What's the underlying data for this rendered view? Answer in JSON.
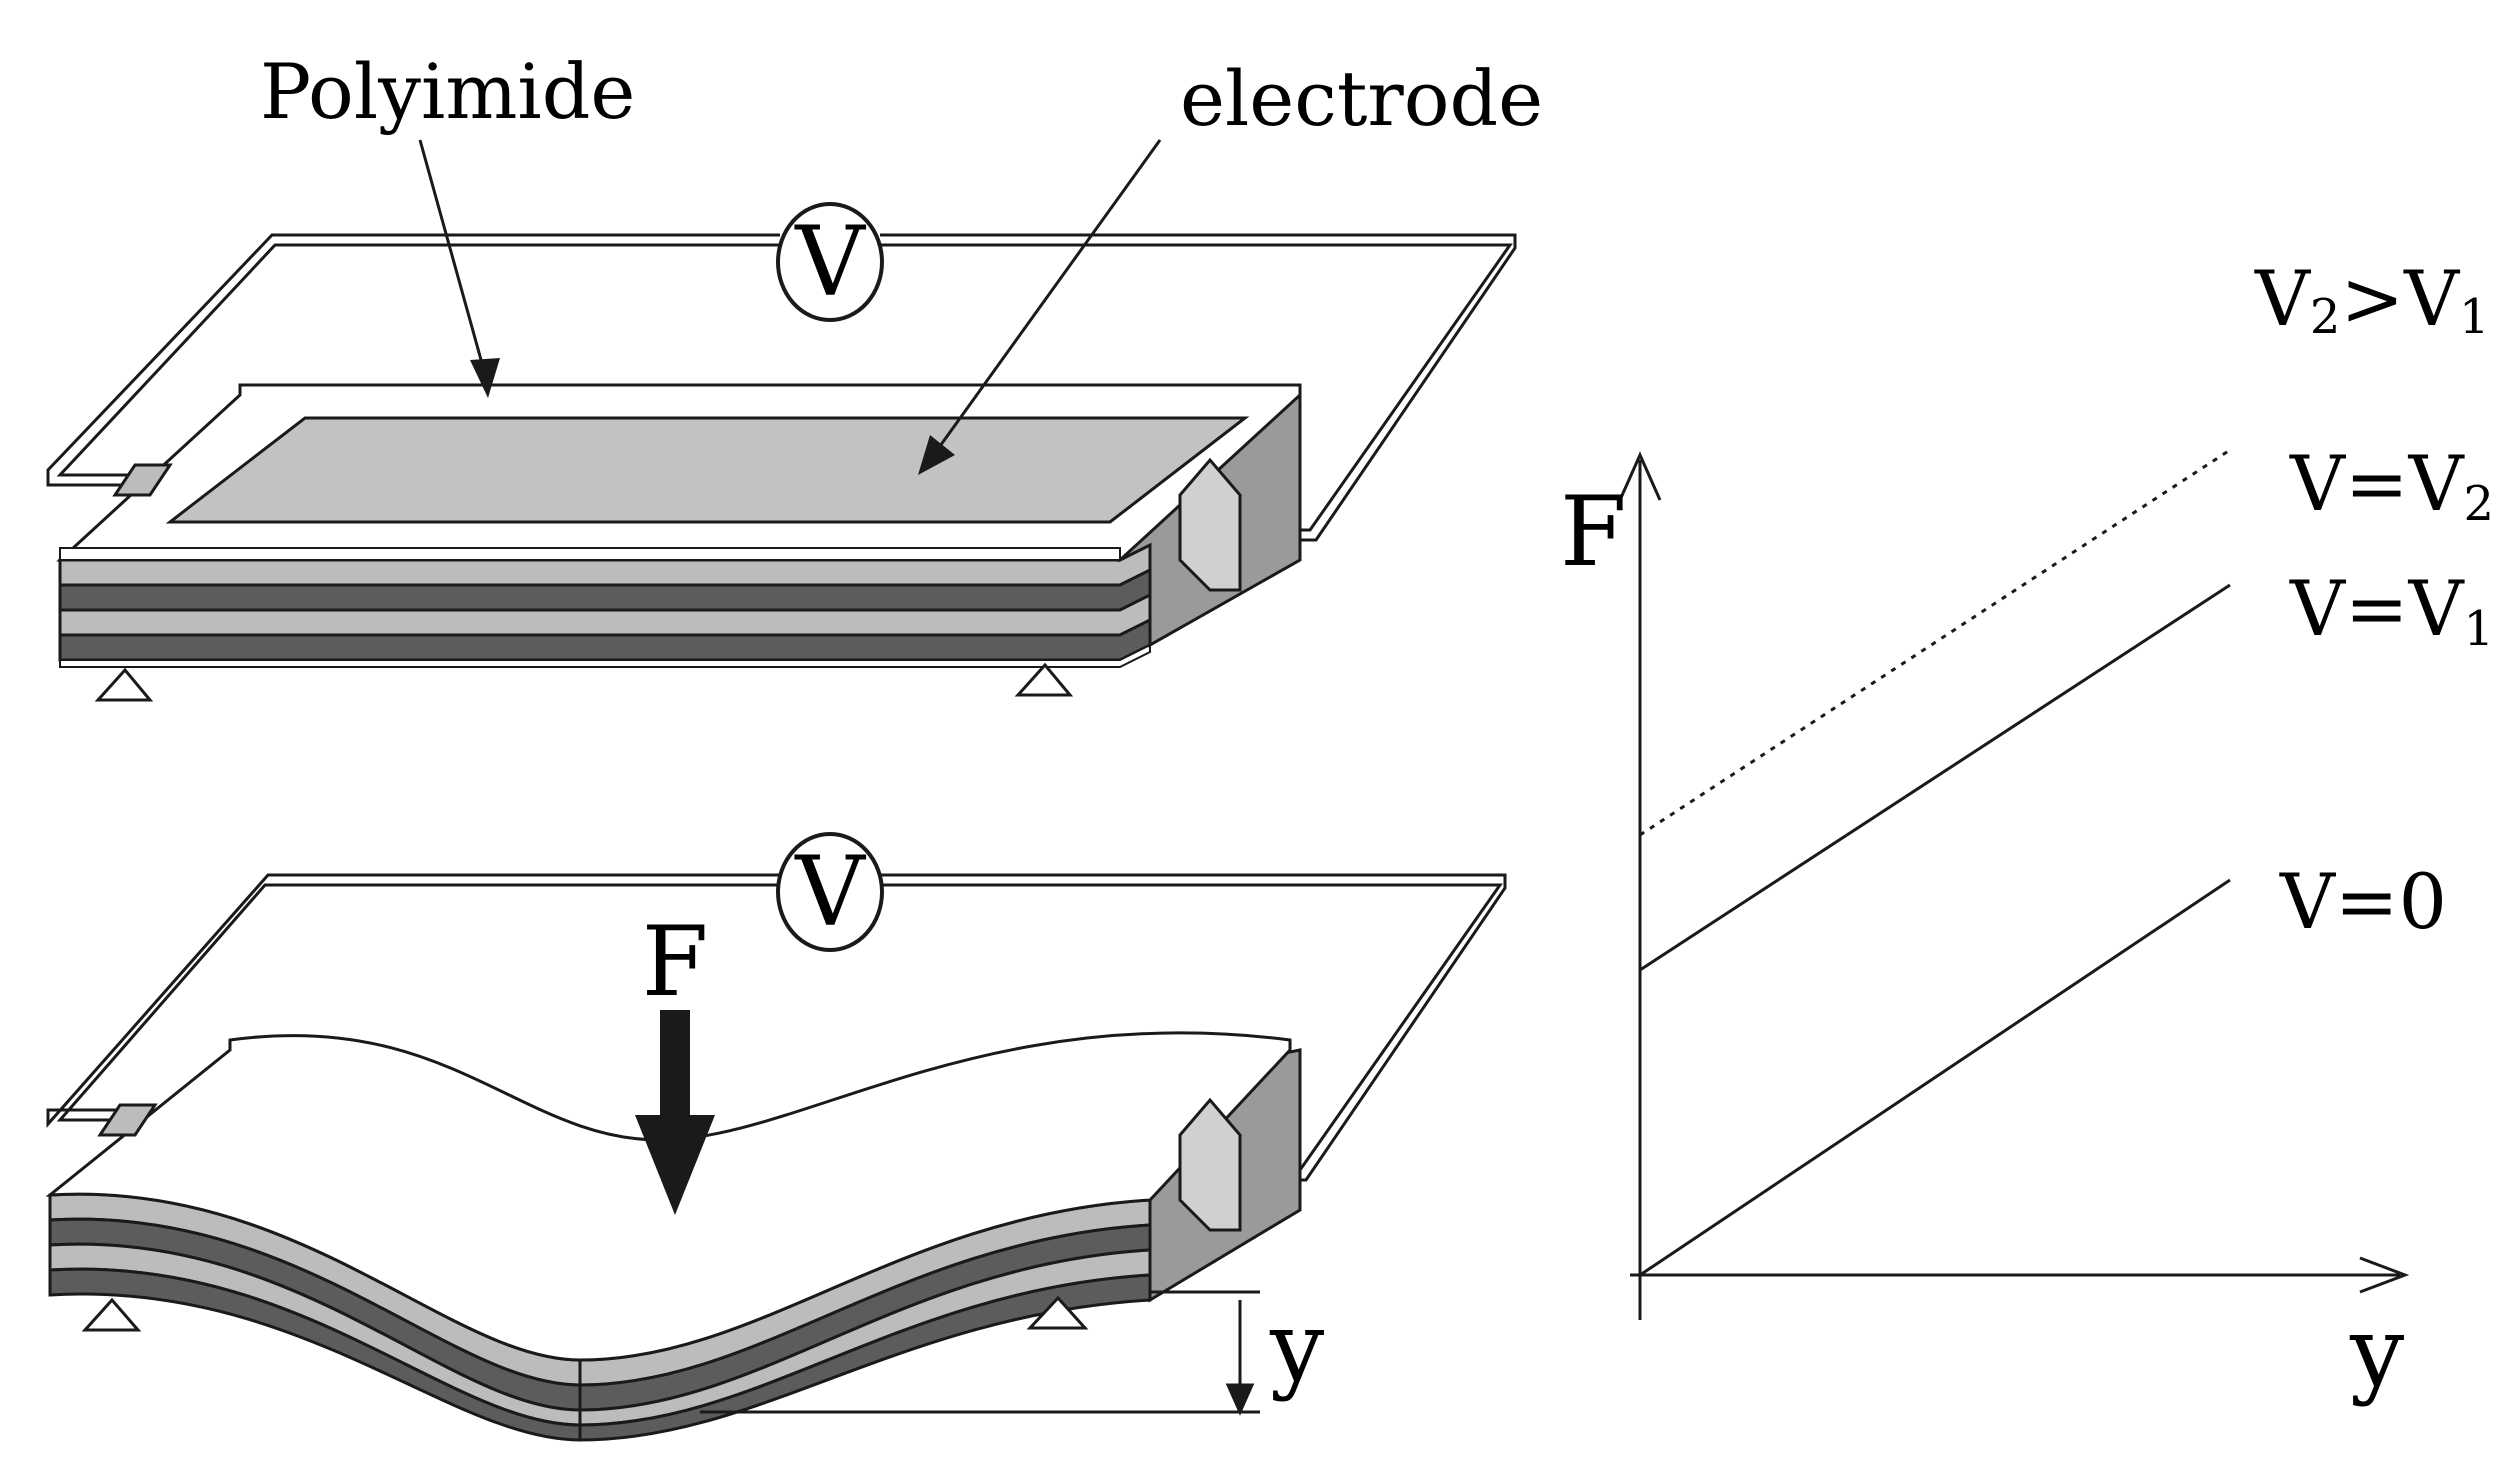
{
  "labels": {
    "polyimide": "Polyimide",
    "electrode": "electrode",
    "voltmeter_top": "V",
    "voltmeter_bottom": "V",
    "force": "F",
    "deflection": "y"
  },
  "graph": {
    "y_axis_label": "F",
    "x_axis_label": "y",
    "relation": {
      "v_a": "V",
      "sub_a": "2",
      "gt": ">",
      "v_b": "V",
      "sub_b": "1"
    },
    "lines": [
      {
        "prefix": "V=V",
        "sub": "2",
        "style": "dotted"
      },
      {
        "prefix": "V=V",
        "sub": "1",
        "style": "solid"
      },
      {
        "prefix": "V=0",
        "sub": "",
        "style": "solid"
      }
    ]
  },
  "colors": {
    "electrode_fill": "#c2c2c2",
    "layer_dark": "#5c5c5c",
    "layer_light": "#bcbcbc",
    "ink": "#1a1a1a"
  }
}
